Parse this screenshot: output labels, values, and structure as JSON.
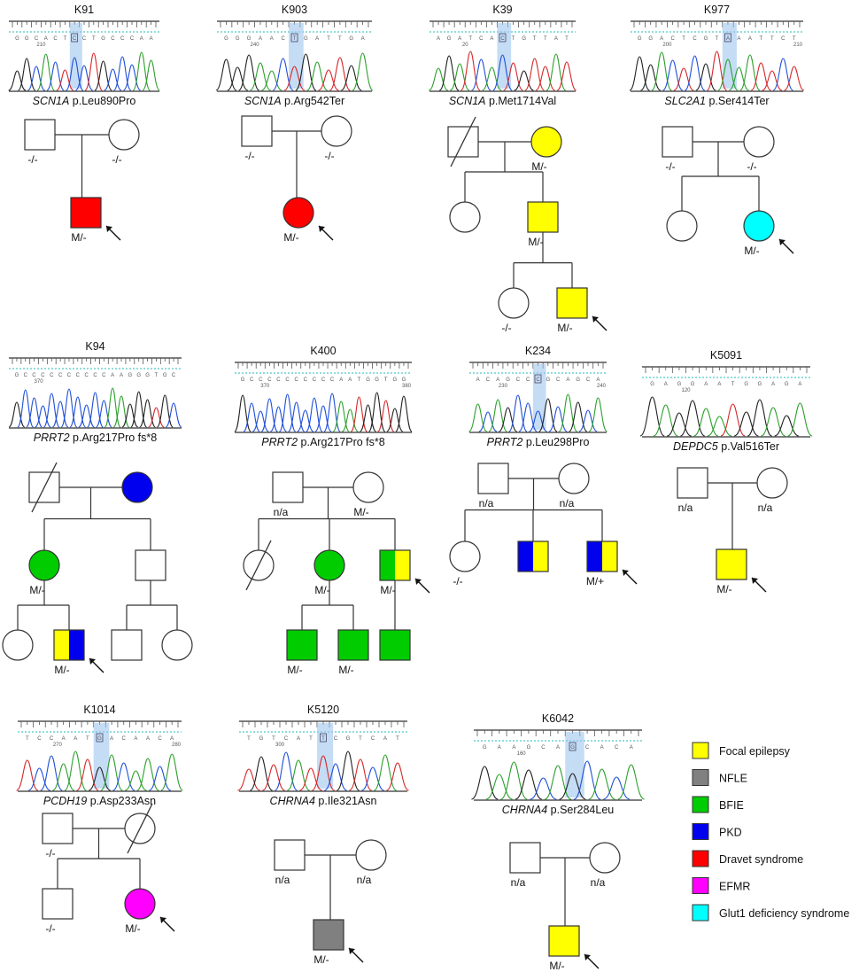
{
  "legend": [
    {
      "label": "Focal epilepsy",
      "color": "#ffff00"
    },
    {
      "label": "NFLE",
      "color": "#808080"
    },
    {
      "label": "BFIE",
      "color": "#00cc00"
    },
    {
      "label": "PKD",
      "color": "#0000ee"
    },
    {
      "label": "Dravet syndrome",
      "color": "#ff0000"
    },
    {
      "label": "EFMR",
      "color": "#ff00ff"
    },
    {
      "label": "Glut1 deficiency syndrome",
      "color": "#00ffff"
    }
  ],
  "families": [
    {
      "id": "K91",
      "gene": "SCN1A",
      "protein": "p.Leu890Pro",
      "seq": "GGCACTCCTGCCCAA",
      "pos": "210",
      "hi": 6,
      "nodes": [
        {
          "t": "sq",
          "fill": "none",
          "g": "-/-"
        },
        {
          "t": "ci",
          "fill": "none",
          "g": "-/-"
        },
        {
          "t": "sq",
          "fill": "#ff0000",
          "g": "M/-",
          "proband": true
        }
      ]
    },
    {
      "id": "K903",
      "gene": "SCN1A",
      "protein": "p.Arg542Ter",
      "seq": "GGGAACTGATTGA",
      "pos": "240",
      "hi": 6,
      "nodes": [
        {
          "t": "sq",
          "fill": "none",
          "g": "-/-"
        },
        {
          "t": "ci",
          "fill": "none",
          "g": "-/-"
        },
        {
          "t": "ci",
          "fill": "#ff0000",
          "g": "M/-",
          "proband": true
        }
      ]
    },
    {
      "id": "K39",
      "gene": "SCN1A",
      "protein": "p.Met1714Val",
      "seq": "AGATCACTGTTAT",
      "pos": "20",
      "hi": 6,
      "nodes": [
        {
          "t": "sq",
          "fill": "none",
          "g": "",
          "deceased": true
        },
        {
          "t": "ci",
          "fill": "#ffff00",
          "g": "M/-"
        },
        {
          "t": "ci",
          "fill": "none",
          "g": ""
        },
        {
          "t": "sq",
          "fill": "#ffff00",
          "g": "M/-"
        },
        {
          "t": "ci",
          "fill": "none",
          "g": "-/-"
        },
        {
          "t": "sq",
          "fill": "#ffff00",
          "g": "M/-",
          "proband": true
        }
      ]
    },
    {
      "id": "K977",
      "gene": "SLC2A1",
      "protein": "p.Ser414Ter",
      "seq": "GGACTCGTAAATTCT",
      "pos": "200",
      "pos2": "210",
      "hi": 8,
      "nodes": [
        {
          "t": "sq",
          "fill": "none",
          "g": "-/-"
        },
        {
          "t": "ci",
          "fill": "none",
          "g": "-/-"
        },
        {
          "t": "ci",
          "fill": "none",
          "g": ""
        },
        {
          "t": "ci",
          "fill": "#00ffff",
          "g": "M/-",
          "proband": true
        }
      ]
    },
    {
      "id": "K94",
      "gene": "PRRT2",
      "protein": "p.Arg217Pro fs*8",
      "seq": "GCCCCCCCCCCAAGGGTGC",
      "pos": "370",
      "hi": -1,
      "nodes": [
        {
          "t": "sq",
          "fill": "none",
          "g": "",
          "deceased": true
        },
        {
          "t": "ci",
          "fill": "#0000ee",
          "g": ""
        },
        {
          "t": "ci",
          "fill": "#00cc00",
          "g": "M/-"
        },
        {
          "t": "sq",
          "fill": "none",
          "g": ""
        },
        {
          "t": "ci",
          "fill": "none",
          "g": ""
        },
        {
          "t": "sq",
          "split": [
            "#ffff00",
            "#0000ee"
          ],
          "g": "M/-",
          "proband": true
        },
        {
          "t": "sq",
          "fill": "none",
          "g": ""
        },
        {
          "t": "ci",
          "fill": "none",
          "g": ""
        }
      ]
    },
    {
      "id": "K400",
      "gene": "PRRT2",
      "protein": "p.Arg217Pro fs*8",
      "seq": "GCCCCCCCCCCAATGGTGG",
      "pos": "370",
      "pos2": "380",
      "hi": -1,
      "nodes": [
        {
          "t": "sq",
          "fill": "none",
          "g": "n/a"
        },
        {
          "t": "ci",
          "fill": "none",
          "g": "M/-"
        },
        {
          "t": "ci",
          "fill": "none",
          "g": "",
          "deceased": true
        },
        {
          "t": "ci",
          "fill": "#00cc00",
          "g": "M/-"
        },
        {
          "t": "sq",
          "split": [
            "#00cc00",
            "#ffff00"
          ],
          "g": "M/-",
          "proband": true
        },
        {
          "t": "sq",
          "fill": "#00cc00",
          "g": "M/-"
        },
        {
          "t": "sq",
          "fill": "#00cc00",
          "g": "M/-"
        },
        {
          "t": "sq",
          "fill": "#00cc00",
          "g": ""
        }
      ]
    },
    {
      "id": "K234",
      "gene": "PRRT2",
      "protein": "p.Leu298Pro",
      "seq": "ACAGCCCGCAGCA",
      "pos": "230",
      "pos2": "240",
      "hi": 6,
      "nodes": [
        {
          "t": "sq",
          "fill": "none",
          "g": "n/a"
        },
        {
          "t": "ci",
          "fill": "none",
          "g": "n/a"
        },
        {
          "t": "ci",
          "fill": "none",
          "g": "-/-"
        },
        {
          "t": "sq",
          "split": [
            "#0000ee",
            "#ffff00"
          ],
          "g": ""
        },
        {
          "t": "sq",
          "split": [
            "#0000ee",
            "#ffff00"
          ],
          "g": "M/+",
          "proband": true
        }
      ]
    },
    {
      "id": "K5091",
      "gene": "DEPDC5",
      "protein": "p.Val516Ter",
      "seq": "GAGGAATGGAGA",
      "pos": "120",
      "hi": -1,
      "nodes": [
        {
          "t": "sq",
          "fill": "none",
          "g": "n/a"
        },
        {
          "t": "ci",
          "fill": "none",
          "g": "n/a"
        },
        {
          "t": "sq",
          "fill": "#ffff00",
          "g": "M/-",
          "proband": true
        }
      ]
    },
    {
      "id": "K1014",
      "gene": "PCDH19",
      "protein": "p.Asp233Asn",
      "seq": "TCCAATGACAACA",
      "pos": "270",
      "pos2": "280",
      "hi": 6,
      "nodes": [
        {
          "t": "sq",
          "fill": "none",
          "g": "-/-"
        },
        {
          "t": "ci",
          "fill": "none",
          "g": "",
          "deceased": true
        },
        {
          "t": "sq",
          "fill": "none",
          "g": "-/-"
        },
        {
          "t": "ci",
          "fill": "#ff00ff",
          "g": "M/-",
          "proband": true
        }
      ]
    },
    {
      "id": "K5120",
      "gene": "CHRNA4",
      "protein": "p.Ile321Asn",
      "seq": "TGTCATTCGTCAT",
      "pos": "300",
      "hi": 6,
      "nodes": [
        {
          "t": "sq",
          "fill": "none",
          "g": "n/a"
        },
        {
          "t": "ci",
          "fill": "none",
          "g": "n/a"
        },
        {
          "t": "sq",
          "fill": "#808080",
          "g": "M/-",
          "proband": true
        }
      ]
    },
    {
      "id": "K6042",
      "gene": "CHRNA4",
      "protein": "p.Ser284Leu",
      "seq": "GAAGCAGCACA",
      "pos": "160",
      "hi": 6,
      "nodes": [
        {
          "t": "sq",
          "fill": "none",
          "g": "n/a"
        },
        {
          "t": "ci",
          "fill": "none",
          "g": "n/a"
        },
        {
          "t": "sq",
          "fill": "#ffff00",
          "g": "M/-",
          "proband": true
        }
      ]
    }
  ]
}
